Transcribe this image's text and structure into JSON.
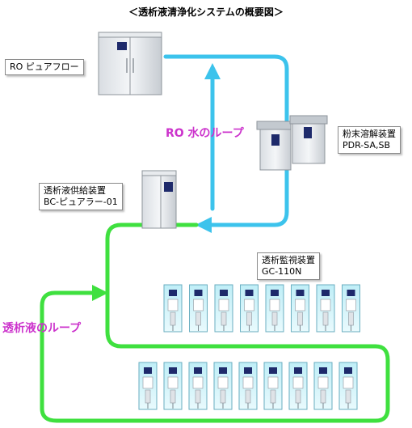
{
  "title": "＜透析液清浄化システムの概要図＞",
  "equipment": {
    "ro": "RO  ピュアフロー",
    "powder_line1": "粉末溶解装置",
    "powder_line2": "PDR-SA,SB",
    "supply_line1": "透析液供給装置",
    "supply_line2": "BC-ピュアラー-01",
    "monitor_line1": "透析監視装置",
    "monitor_line2": "GC-110N"
  },
  "loops": {
    "ro_water": "RO 水のループ",
    "dialysate": "透析液のループ"
  },
  "monitor_rows": {
    "upper_count": 8,
    "lower_count": 9
  },
  "colors": {
    "ro_loop": "#3cc3ec",
    "dialysate_loop": "#3fe03f",
    "loop_text": "#cc33cc"
  }
}
